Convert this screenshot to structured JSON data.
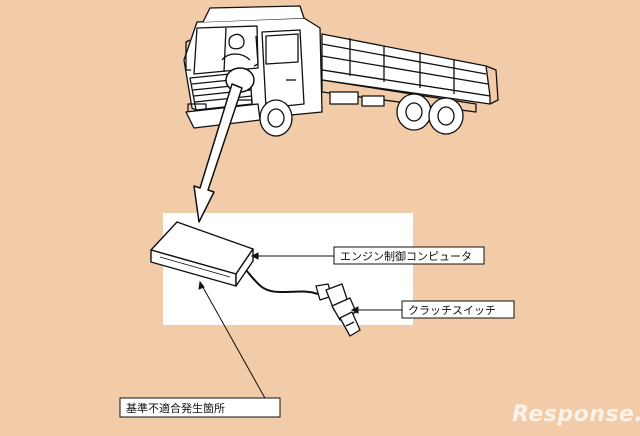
{
  "labels": {
    "ecu": "エンジン制御コンピュータ",
    "clutch": "クラッチスイッチ",
    "defect": "基準不適合発生箇所"
  },
  "watermark": {
    "brand": "Response."
  },
  "colors": {
    "background": "#F2CBA8",
    "panel": "#FFFFFF",
    "line": "#111111"
  }
}
